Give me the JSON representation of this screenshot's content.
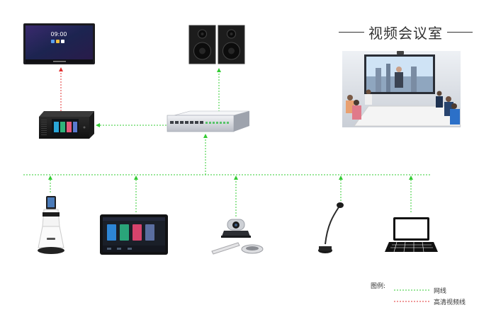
{
  "diagram": {
    "title": "视频会议室",
    "legend": {
      "heading": "图例:",
      "items": [
        {
          "label": "网线",
          "color": "#33cc33",
          "style": "dotted"
        },
        {
          "label": "高清视频线",
          "color": "#e03030",
          "style": "dotted"
        }
      ]
    },
    "monitor": {
      "clock": "09:00"
    },
    "colors": {
      "network": "#33cc33",
      "hdmi": "#e03030"
    },
    "devices": [
      "interactive-display",
      "speakers",
      "conference-room-photo",
      "av-host-box",
      "network-switch",
      "robot-terminal",
      "touch-control-panel",
      "conference-camera",
      "gooseneck-microphone",
      "laptop"
    ]
  }
}
